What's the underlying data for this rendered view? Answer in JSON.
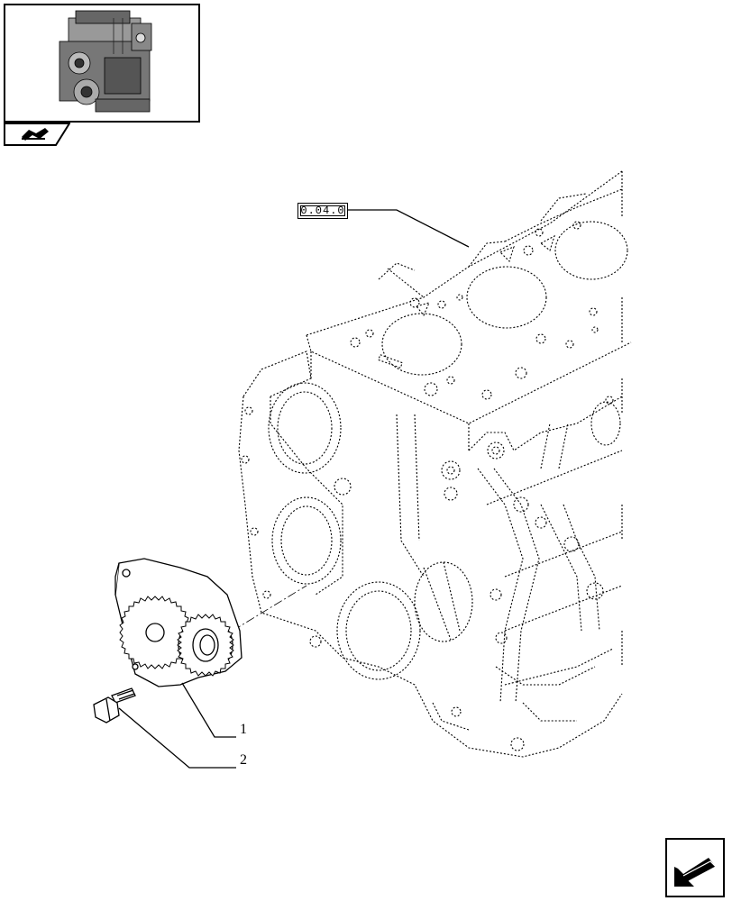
{
  "reference_label": "0.04.0",
  "callouts": [
    {
      "number": "1",
      "part": "oil-pump"
    },
    {
      "number": "2",
      "part": "bolt"
    }
  ],
  "icons": {
    "thumbnail": "engine-thumbnail-icon",
    "section_tab": "book-open-icon",
    "navigation": "next-page-arrow-icon"
  }
}
